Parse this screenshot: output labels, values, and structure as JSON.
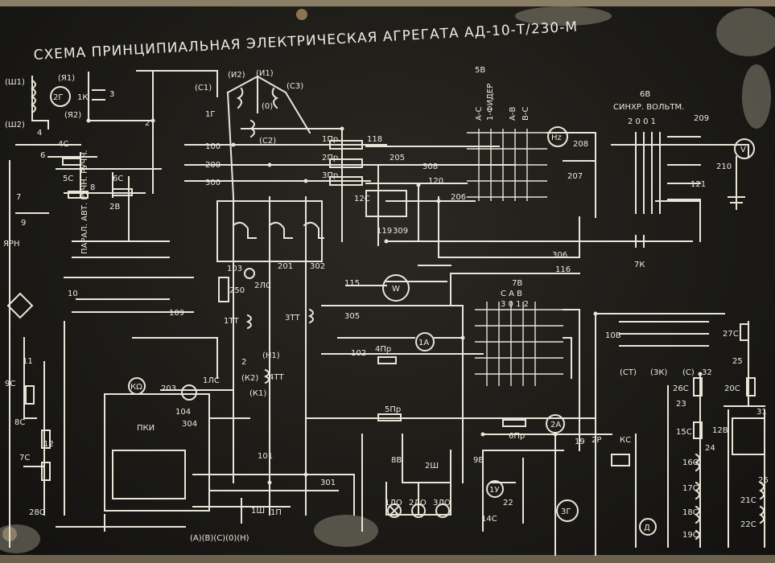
{
  "title": "СХЕМА ПРИНЦИПИАЛЬНАЯ ЭЛЕКТРИЧЕСКАЯ АГРЕГАТА АД-10-Т/230-М",
  "colors": {
    "plate": "#1b1a16",
    "lines": "#e8e4d8",
    "text": "#ece8dc",
    "frame": "#8a7f66"
  },
  "labels": {
    "sh1": "(Ш1)",
    "sh2": "(Ш2)",
    "ya1": "(Я1)",
    "ya2": "(Я2)",
    "g2": "2Г",
    "k1": "1К",
    "c1": "(С1)",
    "c2": "(С2)",
    "c3": "(С3)",
    "i1": "(И1)",
    "i2": "(И2)",
    "zero": "(0)",
    "g1": "1Г",
    "v4c": "4С",
    "v5c": "5С",
    "v6c": "6С",
    "v2v": "2В",
    "n100": "100",
    "n200": "200",
    "n300": "300",
    "pr1": "1Пр",
    "pr2": "2Пр",
    "pr3": "3Пр",
    "n118": "118",
    "n205": "205",
    "n308": "308",
    "n120": "120",
    "n206": "206",
    "c12": "12С",
    "n119": "119",
    "n309": "309",
    "b5": "5В",
    "feeder": "1-ФИДЕР",
    "ac": "А-С",
    "ab": "А-В",
    "bc": "В-С",
    "hz": "Hz",
    "n208": "208",
    "n207": "207",
    "b6": "6В",
    "sync": "СИНХР. ВОЛЬТМ.",
    "n2001": "2 0 0 1",
    "n209": "209",
    "n210": "210",
    "v": "V",
    "n121": "121",
    "k7": "7К",
    "modes": "ПАРАЛ. АВТ. РУЧН. РУЧН.",
    "n109": "109",
    "n103": "103",
    "n201": "201",
    "n302": "302",
    "lc2": "2ЛС",
    "n250": "250",
    "n115": "115",
    "w": "W",
    "n116": "116",
    "n306": "306",
    "n305": "305",
    "tt1": "1ТТ",
    "tt3": "3ТТ",
    "tt4": "4ТТ",
    "n1": "(Н1)",
    "n2": "2",
    "k2": "(К2)",
    "k1t": "(К1)",
    "n102": "102",
    "pr4": "4Пр",
    "a1": "1А",
    "b7": "7В",
    "cab": "С  А  В",
    "n3012": "3 0 1 2",
    "b10": "10В",
    "c27": "27С",
    "n25": "25",
    "c20": "20С",
    "c26": "26С",
    "n23": "23",
    "st": "(СТ)",
    "zk": "(ЗК)",
    "c": "(С)",
    "n32": "32",
    "c15": "15С",
    "n24": "24",
    "b12": "12В",
    "c16": "16С",
    "c17": "17С",
    "c18": "18С",
    "c19": "19С",
    "c21": "21С",
    "c22": "22С",
    "n26": "26",
    "n31": "31",
    "ko": "КΩ",
    "lc1": "1ЛС",
    "pki": "ПКИ",
    "n203": "203",
    "n304": "304",
    "n104": "104",
    "pr5": "5Пр",
    "pr6": "6Пр",
    "a2": "2А",
    "kc": "КС",
    "p2": "2Р",
    "n19": "19",
    "sh2w": "2Ш",
    "b8": "8В",
    "b9": "9В",
    "u1": "1У",
    "c14": "14С",
    "n22": "22",
    "g3": "3Г",
    "d": "Д",
    "lo1": "1ЛО",
    "lo2": "2ЛО",
    "lo3": "3ЛО",
    "n101": "101",
    "n301": "301",
    "sh1b": "1Ш",
    "p1": "1П",
    "c9": "9С",
    "c8": "8С",
    "c7": "7С",
    "n11": "11",
    "n12": "12",
    "c28": "28С",
    "yrn": "ЯРН",
    "n6": "6",
    "n7": "7",
    "n8": "8",
    "n9": "9",
    "n10": "10",
    "n4": "4",
    "n3": "3",
    "terms": "(А)(В)(С)(0)(Н)"
  }
}
